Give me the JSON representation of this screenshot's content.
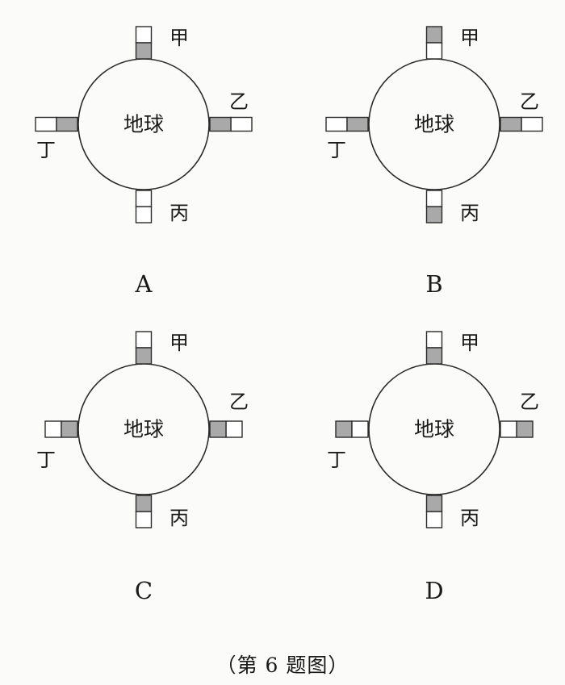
{
  "center_text": "地球",
  "satellites": [
    {
      "key": "n",
      "name": "甲"
    },
    {
      "key": "e",
      "name": "乙"
    },
    {
      "key": "s",
      "name": "丙"
    },
    {
      "key": "w",
      "name": "丁"
    }
  ],
  "panels": [
    {
      "label": "A",
      "shading": {
        "n": "inner-half",
        "e": "inner-half-long",
        "s": "none",
        "w": "inner-half-long"
      }
    },
    {
      "label": "B",
      "shading": {
        "n": "outer-half",
        "e": "inner-half-long",
        "s": "outer-half",
        "w": "inner-half-long"
      }
    },
    {
      "label": "C",
      "shading": {
        "n": "inner-half",
        "e": "inner-half",
        "s": "inner-half",
        "w": "inner-half"
      }
    },
    {
      "label": "D",
      "shading": {
        "n": "inner-half",
        "e": "outer-half",
        "s": "inner-half",
        "w": "outer-half"
      }
    }
  ],
  "caption": {
    "open": "（",
    "text": "第 6 题图",
    "close": "）"
  },
  "colors": {
    "shade": "#a9a9a9",
    "line": "#2b2b2b",
    "box_fill": "#ffffff"
  }
}
